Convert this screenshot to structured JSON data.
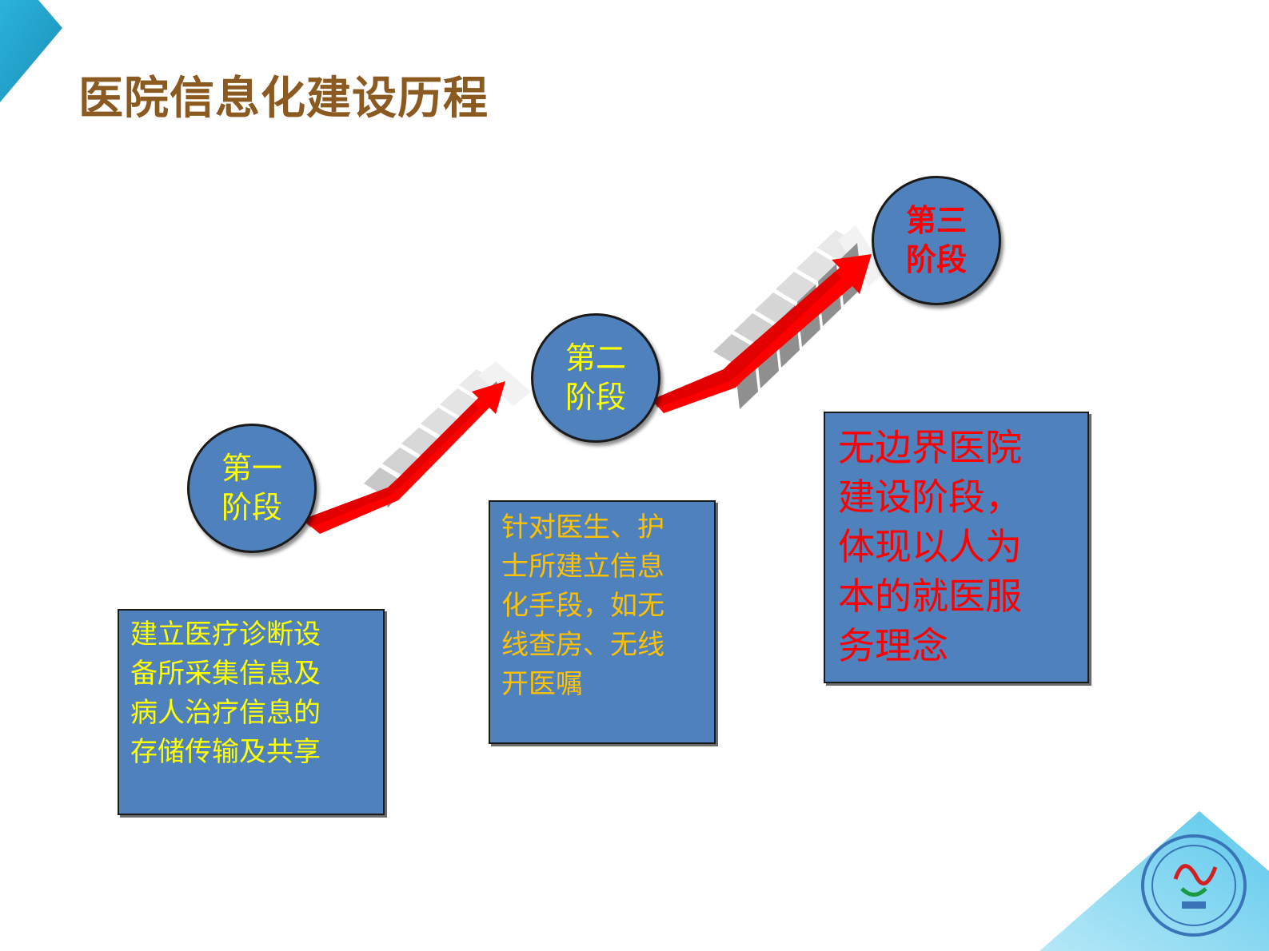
{
  "slide": {
    "title": "医院信息化建设历程",
    "accent_color": "#29a8d8",
    "title_color": "#8b5a20"
  },
  "stages": [
    {
      "label_line1": "第一",
      "label_line2": "阶段",
      "color": "#ffff00"
    },
    {
      "label_line1": "第二",
      "label_line2": "阶段",
      "color": "#ffff00"
    },
    {
      "label_line1": "第三",
      "label_line2": "阶段",
      "color": "#ff0000"
    }
  ],
  "descriptions": [
    {
      "lines": [
        "建立医疗诊断设",
        "备所采集信息及",
        "病人治疗信息的",
        "存储传输及共享"
      ],
      "color": "#ffff00"
    },
    {
      "lines": [
        "针对医生、护",
        "士所建立信息",
        "化手段，如无",
        "线查房、无线",
        "开医嘱"
      ],
      "color": "#ffc000"
    },
    {
      "lines": [
        "无边界医院",
        "建设阶段，",
        "体现以人为",
        "本的就医服",
        "务理念"
      ],
      "color": "#ff0000"
    }
  ],
  "arrow_color": "#ff0000",
  "box_color": "#4f81bd",
  "icons": [
    "corner-triangle-icon",
    "staircase-arrow-icon",
    "hospital-seal-icon"
  ]
}
